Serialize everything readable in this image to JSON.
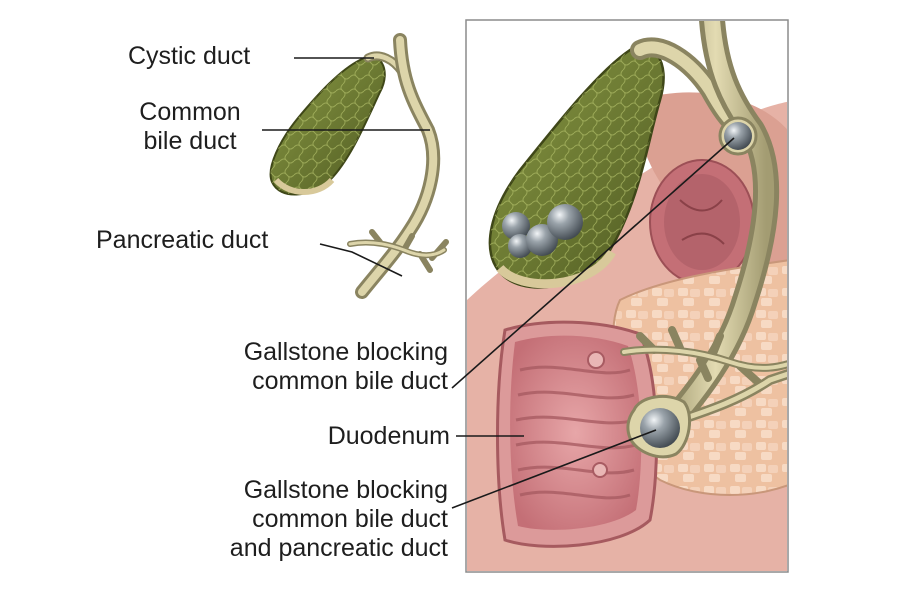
{
  "labels": {
    "cystic_duct": "Cystic duct",
    "common_bile_duct": [
      "Common",
      "bile duct"
    ],
    "pancreatic_duct": "Pancreatic duct",
    "gallstone_cbd": [
      "Gallstone blocking",
      "common bile duct"
    ],
    "duodenum": "Duodenum",
    "gallstone_cbd_pd": [
      "Gallstone blocking",
      "common bile duct",
      "and pancreatic duct"
    ]
  },
  "colors": {
    "leader_line": "#1a1a1a",
    "gallbladder_outer": "#5d6a2c",
    "gallbladder_inner": "#7d8c3a",
    "gallbladder_rim": "#c9b98a",
    "duct": "#cfc69a",
    "duct_edge": "#7d7650",
    "pancreas": "#f0c9ad",
    "pancreas_lobule": "#f6d8c2",
    "duodenum_outer": "#d98b8b",
    "duodenum_inner": "#c9777c",
    "panel_bg": "#f4dcd5",
    "stone": "#6f7880",
    "stone_highlight": "#e6ecef"
  }
}
